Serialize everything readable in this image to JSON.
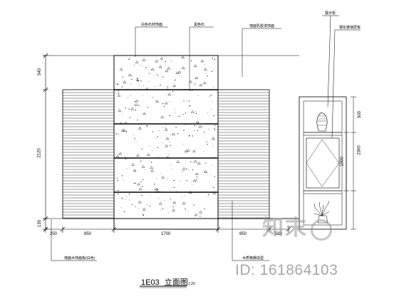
{
  "title": {
    "code": "1E03",
    "name": "立面图",
    "scale": "1:20"
  },
  "dims": {
    "left_vertical": [
      "540",
      "2120",
      "130"
    ],
    "bottom": [
      "250",
      "850",
      "1700",
      "850",
      "520"
    ],
    "cabinet_right": [
      "500",
      "2300",
      "1000"
    ]
  },
  "callouts": {
    "top_1": "白色石材饰面",
    "top_2": "黑色石",
    "top_3": "墙面乳胶漆饰面",
    "cabinet_1": "展示柜",
    "cabinet_2": "钢化玻璃层板",
    "bottom_left": "墙面木饰面板(白色)",
    "bottom_right": "木质格栅造型"
  },
  "watermark": {
    "logo": "知末",
    "id_label": "ID: 161864103"
  },
  "colors": {
    "line": "#000000",
    "paper": "#ffffff",
    "watermark": "#969696"
  }
}
